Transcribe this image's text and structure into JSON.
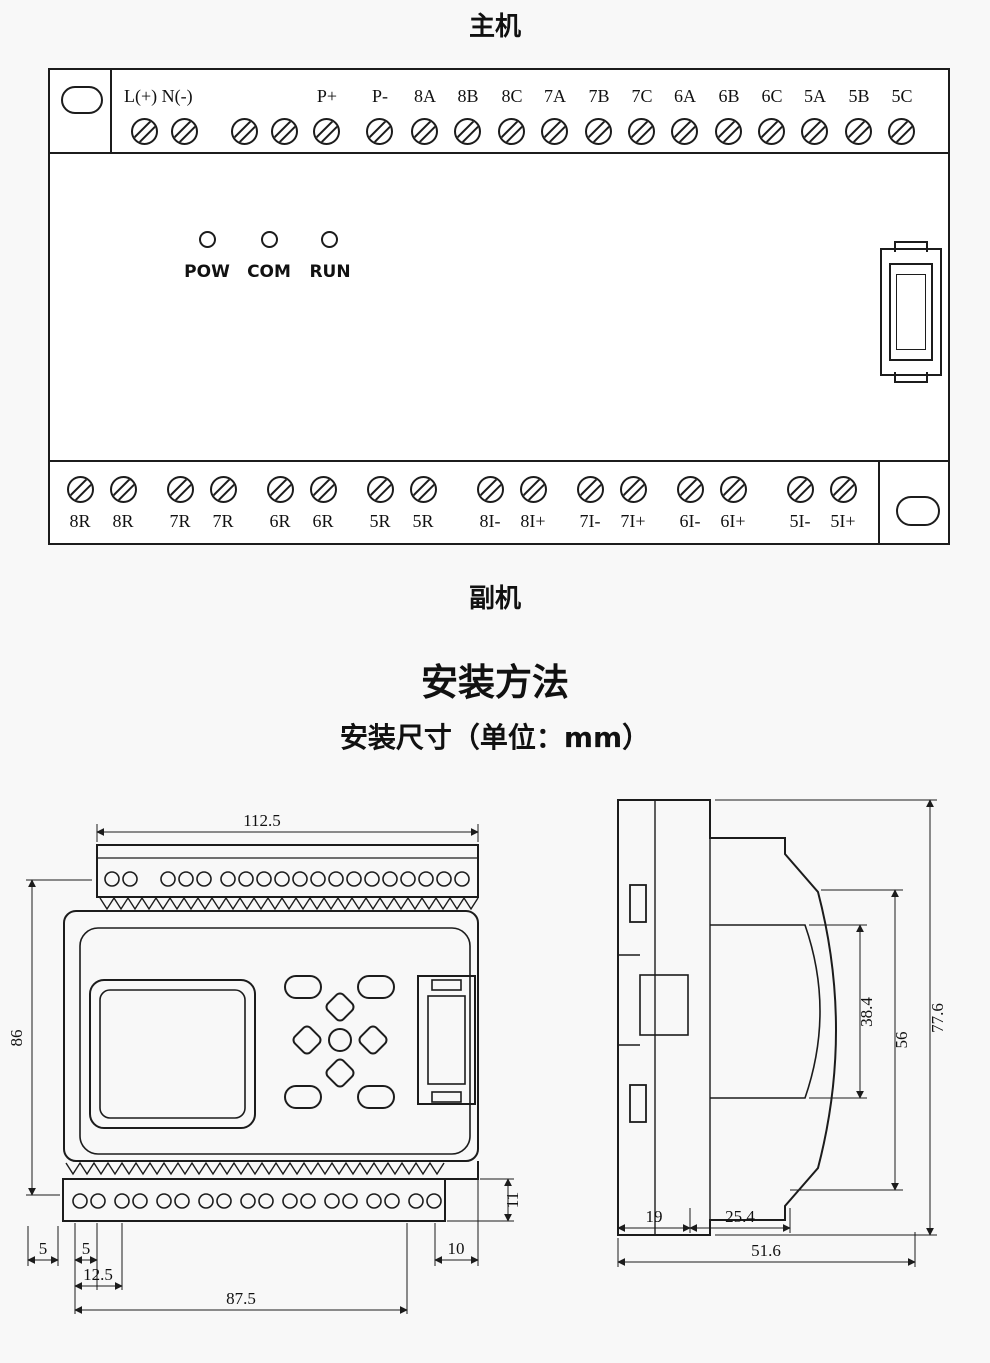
{
  "page": {
    "title_top": "主机",
    "title_bottom": "副机",
    "section_title": "安装方法",
    "section_subtitle": "安装尺寸（单位：mm）"
  },
  "main_device": {
    "power_label": "L(+) N(-)",
    "top_terminals": [
      "P+",
      "P-",
      "8A",
      "8B",
      "8C",
      "7A",
      "7B",
      "7C",
      "6A",
      "6B",
      "6C",
      "5A",
      "5B",
      "5C"
    ],
    "leds": [
      "POW",
      "COM",
      "RUN"
    ],
    "bottom_terminals": [
      "8R",
      "8R",
      "7R",
      "7R",
      "6R",
      "6R",
      "5R",
      "5R",
      "8I-",
      "8I+",
      "7I-",
      "7I+",
      "6I-",
      "6I+",
      "5I-",
      "5I+"
    ]
  },
  "front_view": {
    "dim_width": "112.5",
    "dim_height": "86",
    "dim_left_offset": "5",
    "dim_hole_offset": "5",
    "dim_hole_offset2": "12.5",
    "dim_hole_span": "87.5",
    "dim_right_offset": "10",
    "dim_strip_height": "11"
  },
  "side_view": {
    "dim_total_height": "77.6",
    "dim_body_height": "56",
    "dim_window_height": "38.4",
    "dim_depth_front": "19",
    "dim_depth_mid": "25.4",
    "dim_total_depth": "51.6"
  }
}
